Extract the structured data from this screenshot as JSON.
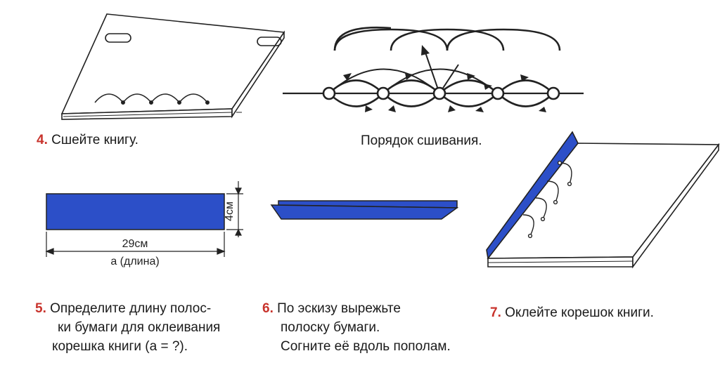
{
  "colors": {
    "accent_number": "#c8332c",
    "strip_blue": "#2c4fc8",
    "line": "#222222"
  },
  "steps": [
    {
      "number": "4.",
      "lines": [
        "Сшейте книгу."
      ]
    },
    {
      "number": "5.",
      "lines": [
        "Определите длину полос-",
        "ки бумаги для оклеивания",
        "корешка книги (а = ?)."
      ]
    },
    {
      "number": "6.",
      "lines": [
        "По эскизу вырежьте",
        "полоску бумаги.",
        "Согните её вдоль пополам."
      ]
    },
    {
      "number": "7.",
      "lines": [
        "Оклейте корешок книги."
      ]
    }
  ],
  "sewing_order": {
    "caption": "Порядок сшивания."
  },
  "strip": {
    "length_label": "29см",
    "width_label": "4см",
    "var_label": "а (длина)"
  }
}
